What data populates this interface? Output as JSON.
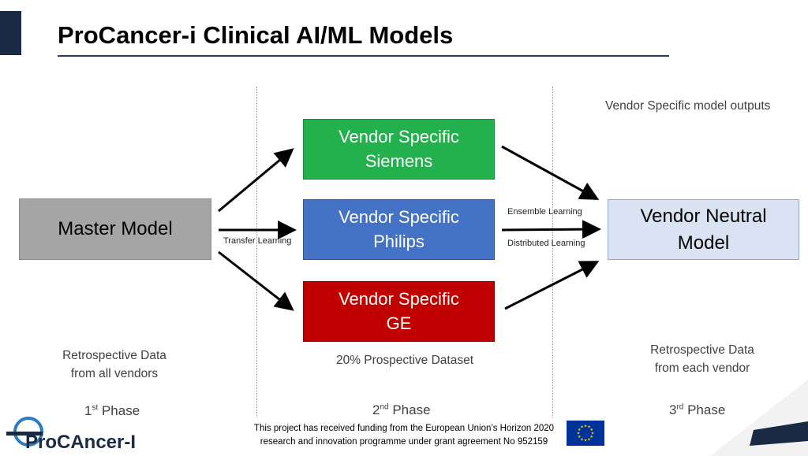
{
  "title": "ProCancer-i Clinical AI/ML Models",
  "boxes": {
    "master": "Master Model",
    "siemens_line1": "Vendor Specific",
    "siemens_line2": "Siemens",
    "philips_line1": "Vendor Specific",
    "philips_line2": "Philips",
    "ge_line1": "Vendor Specific",
    "ge_line2": "GE",
    "neutral_line1": "Vendor Neutral",
    "neutral_line2": "Model"
  },
  "labels": {
    "transfer_learning": "Transfer Learning",
    "ensemble_learning": "Ensemble Learning",
    "distributed_learning": "Distributed Learning",
    "vendor_outputs": "Vendor Specific model outputs"
  },
  "notes": {
    "retro_all_line1": "Retrospective Data",
    "retro_all_line2": "from all vendors",
    "prospective": "20% Prospective Dataset",
    "retro_each_line1": "Retrospective Data",
    "retro_each_line2": "from each vendor"
  },
  "phases": [
    {
      "num": "1",
      "sup": "st",
      "word": " Phase"
    },
    {
      "num": "2",
      "sup": "nd",
      "word": " Phase"
    },
    {
      "num": "3",
      "sup": "rd",
      "word": " Phase"
    }
  ],
  "funding": {
    "line1": "This project has received funding from the European Union’s Horizon 2020",
    "line2": "research and innovation programme under grant agreement No 952159"
  },
  "logo_text": "ProCAncer-I",
  "colors": {
    "title_bar": "#1b2a44",
    "master": "#a5a5a5",
    "siemens": "#22b14c",
    "philips": "#4472c4",
    "ge": "#c00000",
    "neutral": "#dae3f3",
    "eu_blue": "#003399",
    "eu_star": "#ffcc00"
  }
}
